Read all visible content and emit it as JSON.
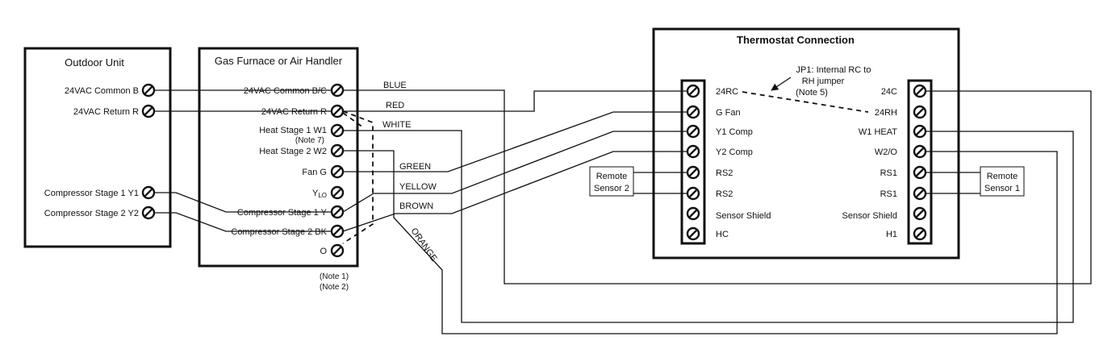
{
  "outdoor_unit": {
    "title": "Outdoor Unit",
    "terminals": [
      "24VAC Common  B",
      "24VAC  Return  R",
      "Compressor Stage 1  Y1",
      "Compressor Stage 2  Y2"
    ]
  },
  "furnace": {
    "title": "Gas Furnace or Air Handler",
    "terminals": [
      "24VAC Common  B/C",
      "24VAC  Return  R",
      "Heat Stage 1  W1",
      "Heat Stage 2  W2",
      "Fan  G",
      "Compressor Stage 1   Y",
      "Compressor Stage 2  BK",
      "O"
    ],
    "ylo_main": "Y",
    "ylo_sub": "LO",
    "note7": "(Note 7)",
    "notes": [
      "(Note 1)",
      "(Note 2)"
    ]
  },
  "wire_colors": {
    "blue": "BLUE",
    "red": "RED",
    "white": "WHITE",
    "green": "GREEN",
    "yellow": "YELLOW",
    "brown": "BROWN",
    "orange": "ORANGE"
  },
  "thermostat": {
    "title": "Thermostat Connection",
    "left_terminals": [
      "24RC",
      "G Fan",
      "Y1 Comp",
      "Y2 Comp",
      "RS2",
      "RS2",
      "Sensor Shield",
      "HC"
    ],
    "right_terminals": [
      "24C",
      "24RH",
      "W1 HEAT",
      "W2/O",
      "RS1",
      "RS1",
      "Sensor Shield",
      "H1"
    ],
    "jumper_note": [
      "JP1: Internal RC to",
      "RH jumper",
      "(Note 5)"
    ]
  },
  "remote_sensor_2": [
    "Remote",
    "Sensor 2"
  ],
  "remote_sensor_1": [
    "Remote",
    "Sensor 1"
  ]
}
